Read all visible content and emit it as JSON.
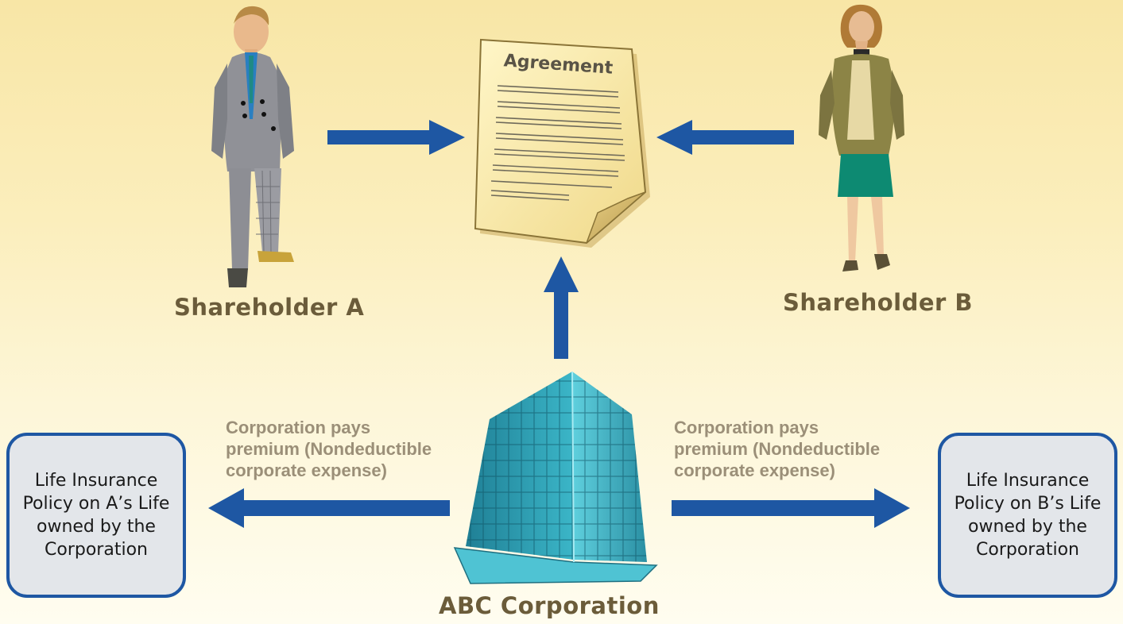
{
  "agreement": {
    "title": "Agreement"
  },
  "shareholder_a": {
    "label": "Shareholder A"
  },
  "shareholder_b": {
    "label": "Shareholder B"
  },
  "corporation": {
    "label": "ABC Corporation"
  },
  "premium_left": {
    "lines": [
      "Corporation pays",
      "premium (Nondeductible",
      "corporate expense)"
    ]
  },
  "premium_right": {
    "lines": [
      "Corporation pays",
      "premium (Nondeductible",
      "corporate expense)"
    ]
  },
  "policy_a": {
    "lines": [
      "Life Insurance",
      "Policy on A’s Life",
      "owned by the",
      "Corporation"
    ]
  },
  "policy_b": {
    "lines": [
      "Life Insurance",
      "Policy on B’s Life",
      "owned by the",
      "Corporation"
    ]
  },
  "colors": {
    "arrow": "#1e57a3",
    "box_border": "#1e57a3",
    "box_fill": "#e3e6ea",
    "label": "#6b5c3a",
    "caption": "#9b8f78"
  }
}
